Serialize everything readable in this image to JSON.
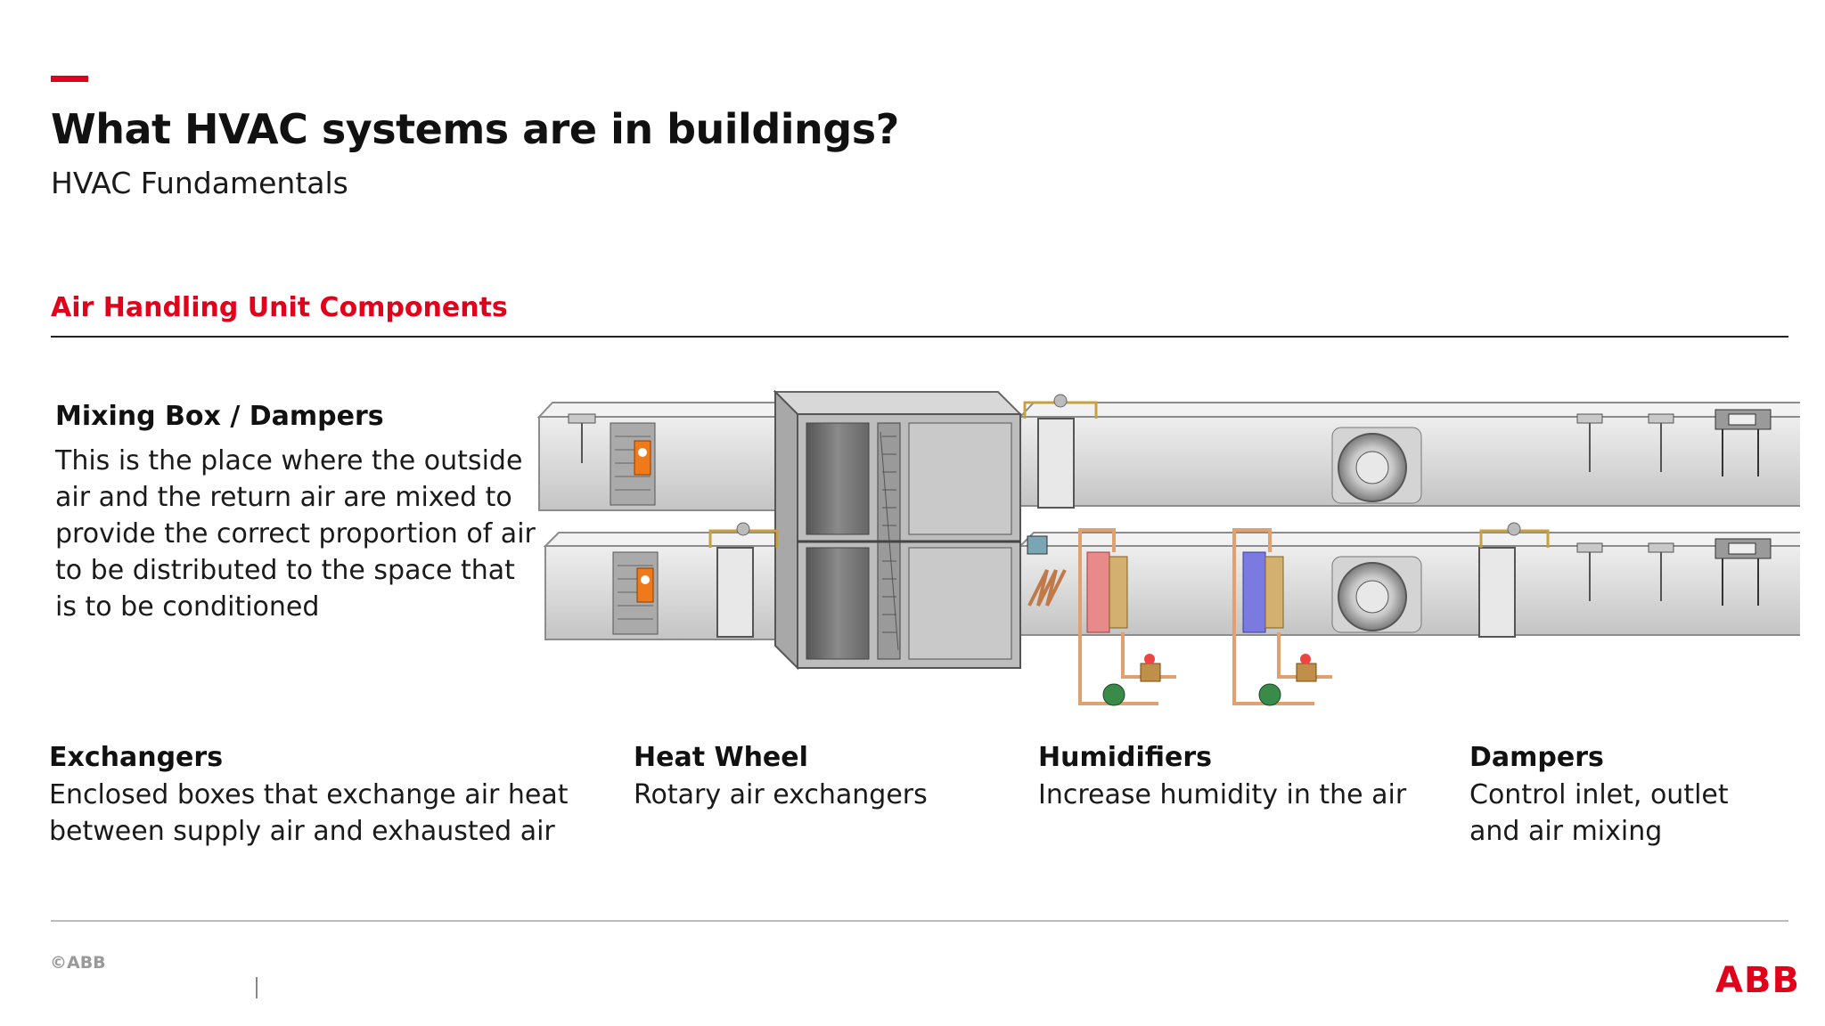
{
  "header": {
    "title": "What HVAC systems are in buildings?",
    "subtitle": "HVAC Fundamentals"
  },
  "section": {
    "title": "Air Handling Unit Components"
  },
  "mixing_box": {
    "title": "Mixing Box / Dampers",
    "description": "This is the place where the outside air and the return air are mixed to provide the correct proportion of air to be distributed to the space that is to be conditioned"
  },
  "components": [
    {
      "title": "Exchangers",
      "description": "Enclosed boxes that exchange air heat between supply air and exhausted air"
    },
    {
      "title": "Heat Wheel",
      "description": "Rotary air exchangers"
    },
    {
      "title": "Humidifiers",
      "description": "Increase humidity in the air"
    },
    {
      "title": "Dampers",
      "description": "Control inlet, outlet and air mixing"
    }
  ],
  "footer": {
    "copyright": "©ABB",
    "logo": "ABB"
  },
  "colors": {
    "accent": "#e2001a",
    "duct": "#dcdcdc",
    "duct_edge": "#8c8c8c",
    "heating_coil": "#e88a8a",
    "cooling_coil": "#7a7ae0",
    "copper_pipe": "#e0a070",
    "actuator": "#f07a1a"
  }
}
